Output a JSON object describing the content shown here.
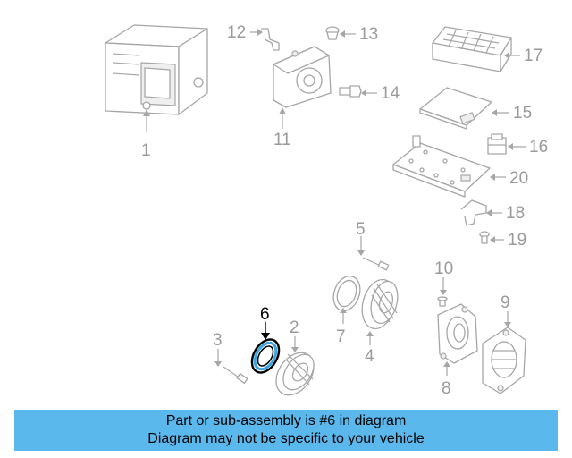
{
  "diagram": {
    "callouts": {
      "c1": "1",
      "c2": "2",
      "c3": "3",
      "c4": "4",
      "c5": "5",
      "c6": "6",
      "c7": "7",
      "c8": "8",
      "c9": "9",
      "c10": "10",
      "c11": "11",
      "c12": "12",
      "c13": "13",
      "c14": "14",
      "c15": "15",
      "c16": "16",
      "c17": "17",
      "c18": "18",
      "c19": "19",
      "c20": "20"
    },
    "highlighted_part": "6",
    "highlight_color": "#3aa6e0"
  },
  "banner": {
    "line1": "Part or sub-assembly is #6 in diagram",
    "line2": "Diagram may not be specific to your vehicle",
    "background": "#5ab8ed"
  }
}
